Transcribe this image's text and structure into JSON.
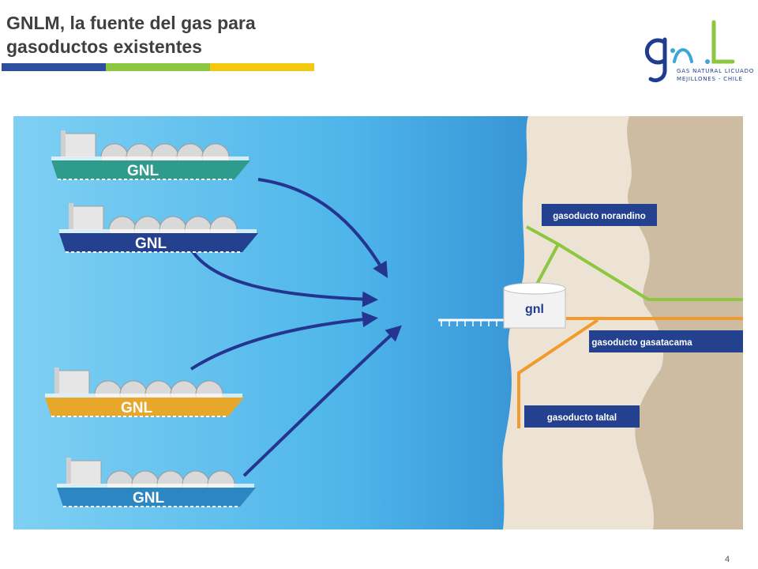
{
  "header": {
    "title_line1": "GNLM, la fuente del gas para",
    "title_line2": "gasoductos existentes",
    "accent_colors": [
      "#2e4e9e",
      "#8dc63f",
      "#f2c811"
    ]
  },
  "logo": {
    "wordmark": "gnl",
    "line1": "GAS NATURAL LICUADO",
    "line2": "MEJILLONES - CHILE",
    "colors": {
      "letters": "#1f3c8f",
      "l": "#8dc63f",
      "dots": "#3aa7d9"
    }
  },
  "ships": [
    {
      "label": "GNL",
      "hull_color": "#2e9b8d"
    },
    {
      "label": "GNL",
      "hull_color": "#23418f"
    },
    {
      "label": "GNL",
      "hull_color": "#e7a72a"
    },
    {
      "label": "GNL",
      "hull_color": "#2c86c2"
    }
  ],
  "terminal": {
    "label": "gnl"
  },
  "pipelines": [
    {
      "name": "gasoducto norandino",
      "color": "#8dc63f"
    },
    {
      "name": "gasoducto gasatacama",
      "color": "#f29a2e"
    },
    {
      "name": "gasoducto taltal",
      "color": "#f29a2e"
    }
  ],
  "colors": {
    "sea_light": "#7fd0f3",
    "sea_dark": "#1e6fbf",
    "land": "#ede3d4",
    "hills": "#cdbca2",
    "arrow": "#24348f",
    "label_box": "#23418f"
  },
  "page_number": "4"
}
